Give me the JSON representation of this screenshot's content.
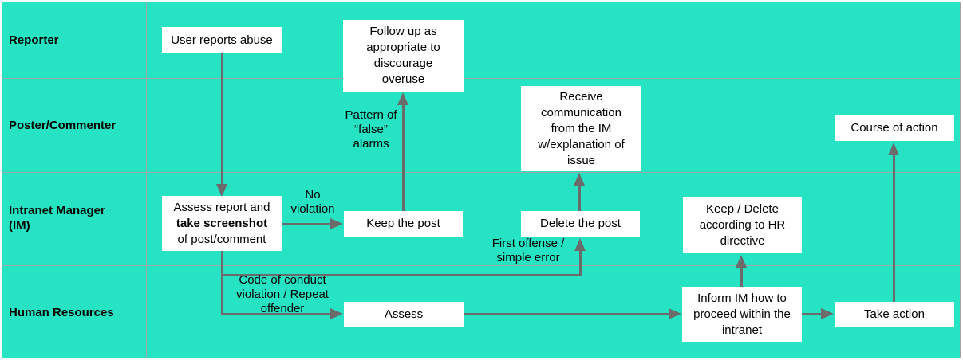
{
  "diagram": {
    "colors": {
      "lane_background": "#26e3c4",
      "grid_line": "#a3a3a3",
      "arrow": "#6b6b6b",
      "text": "#000000",
      "node_background": "#ffffff"
    },
    "lanes": [
      {
        "label": "Reporter"
      },
      {
        "label": "Poster/Commenter"
      },
      {
        "label": "Intranet Manager (IM)"
      },
      {
        "label": "Human Resources"
      }
    ],
    "nodes": {
      "user_reports_abuse": "User reports abuse",
      "follow_up": "Follow up as\nappropriate to\ndiscourage\noveruse",
      "receive_communication": "Receive\ncommunication\nfrom the IM\nw/explanation of\nissue",
      "course_of_action": "Course of action",
      "assess_report": {
        "line1": "Assess report and",
        "line2": "take screenshot",
        "line3": "of post/comment"
      },
      "keep_the_post": "Keep the post",
      "delete_the_post": "Delete the post",
      "keep_delete_hr": "Keep / Delete\naccording to HR\ndirective",
      "assess": "Assess",
      "inform_im": "Inform IM how to\nproceed within the\nintranet",
      "take_action": "Take action"
    },
    "edge_labels": {
      "no_violation": "No\nviolation",
      "pattern_false_alarms": "Pattern of\n“false”\nalarms",
      "first_offense": "First offense /\nsimple error",
      "code_of_conduct": "Code of conduct\nviolation / Repeat\noffender"
    }
  }
}
